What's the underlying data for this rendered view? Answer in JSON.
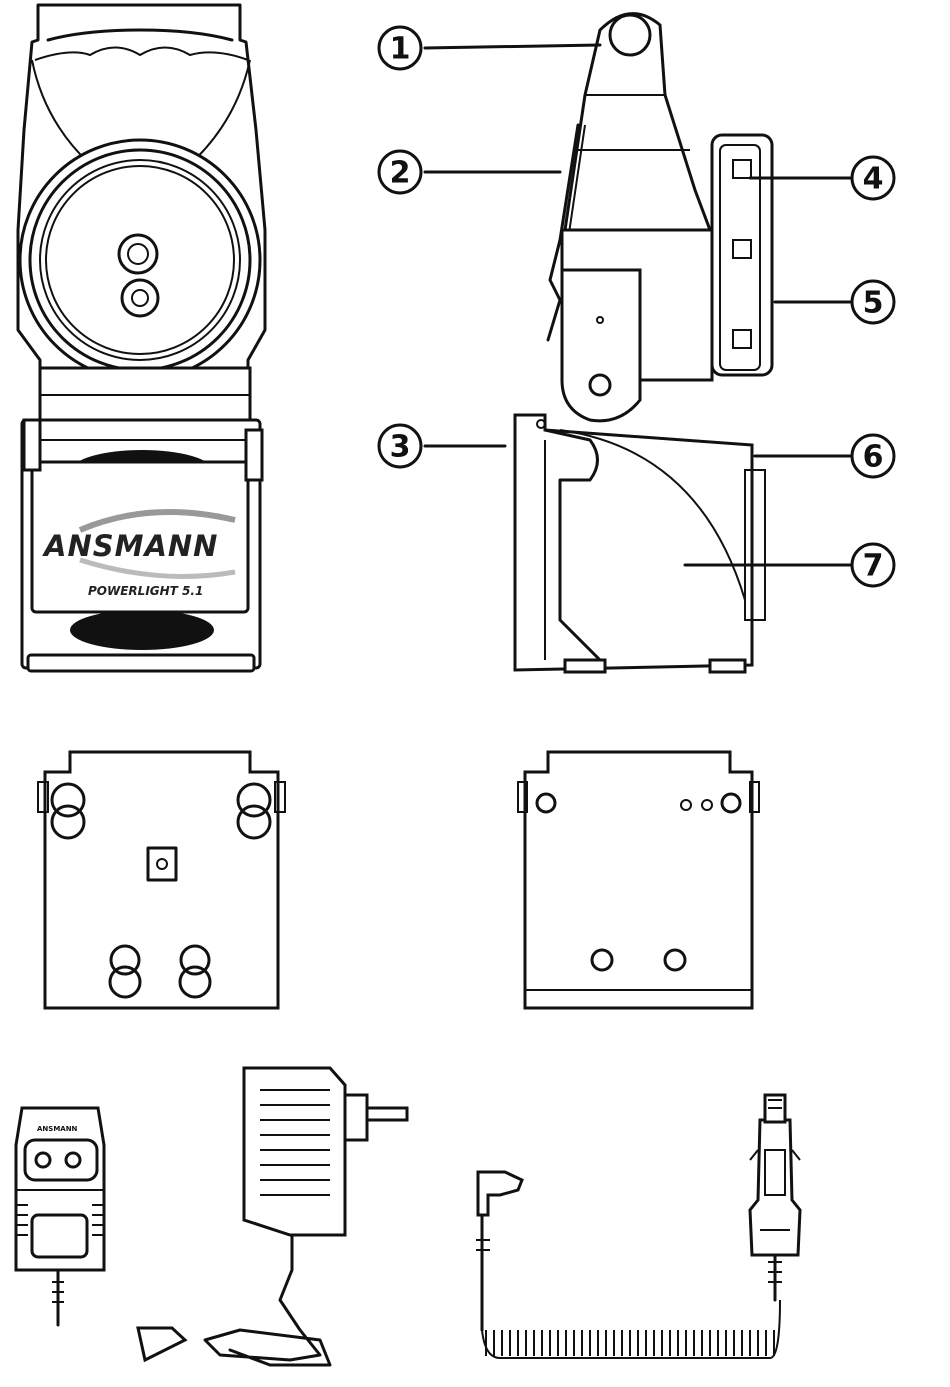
{
  "lamp_front": {
    "brand": "ANSMANN",
    "model": "POWERLIGHT 5.1"
  },
  "callouts": [
    {
      "number": "1"
    },
    {
      "number": "2"
    },
    {
      "number": "3"
    },
    {
      "number": "4"
    },
    {
      "number": "5"
    },
    {
      "number": "6"
    },
    {
      "number": "7"
    }
  ],
  "charger_adapter": {
    "label": "ANSMANN"
  }
}
